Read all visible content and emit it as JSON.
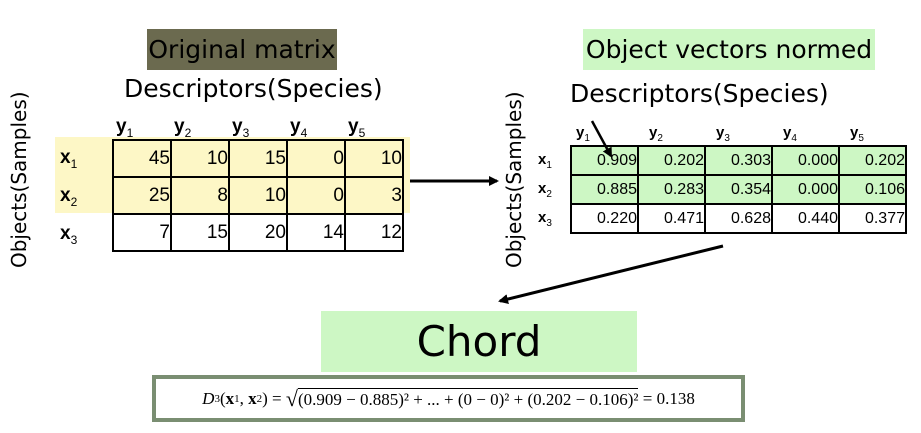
{
  "left": {
    "title": "Original matrix",
    "descriptors_label": "Descriptors(Species)",
    "objects_label": "Objects(Samples)",
    "columns": [
      {
        "base": "y",
        "sub": "1"
      },
      {
        "base": "y",
        "sub": "2"
      },
      {
        "base": "y",
        "sub": "3"
      },
      {
        "base": "y",
        "sub": "4"
      },
      {
        "base": "y",
        "sub": "5"
      }
    ],
    "rows": [
      {
        "base": "x",
        "sub": "1"
      },
      {
        "base": "x",
        "sub": "2"
      },
      {
        "base": "x",
        "sub": "3"
      }
    ],
    "values": [
      [
        "45",
        "10",
        "15",
        "0",
        "10"
      ],
      [
        "25",
        "8",
        "10",
        "0",
        "3"
      ],
      [
        "7",
        "15",
        "20",
        "14",
        "12"
      ]
    ]
  },
  "right": {
    "title": "Object vectors normed",
    "descriptors_label": "Descriptors(Species)",
    "objects_label": "Objects(Samples)",
    "columns": [
      {
        "base": "y",
        "sub": "1"
      },
      {
        "base": "y",
        "sub": "2"
      },
      {
        "base": "y",
        "sub": "3"
      },
      {
        "base": "y",
        "sub": "4"
      },
      {
        "base": "y",
        "sub": "5"
      }
    ],
    "rows": [
      {
        "base": "x",
        "sub": "1"
      },
      {
        "base": "x",
        "sub": "2"
      },
      {
        "base": "x",
        "sub": "3"
      }
    ],
    "values": [
      [
        "0.909",
        "0.202",
        "0.303",
        "0.000",
        "0.202"
      ],
      [
        "0.885",
        "0.283",
        "0.354",
        "0.000",
        "0.106"
      ],
      [
        "0.220",
        "0.471",
        "0.628",
        "0.440",
        "0.377"
      ]
    ]
  },
  "chord": {
    "title": "Chord Distance",
    "formula": {
      "lhs_func": "D",
      "lhs_sub": "3",
      "lhs_args_1": "x",
      "lhs_args_1_sub": "1",
      "lhs_args_2": "x",
      "lhs_args_2_sub": "2",
      "radicand": "(0.909 − 0.885)² + ... + (0 − 0)² + (0.202 − 0.106)²",
      "result": "= 0.138"
    }
  },
  "colors": {
    "highlight_yellow": "#fdf7c6",
    "highlight_green": "#cdf7c4",
    "title_dark": "#6b6a4f",
    "formula_border": "#7a8e72"
  }
}
